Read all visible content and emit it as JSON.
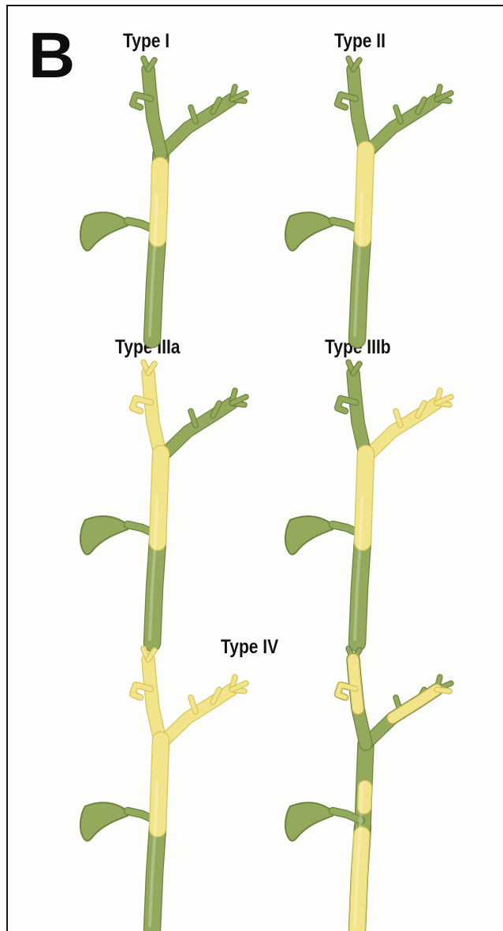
{
  "figure": {
    "panel_letter": "B",
    "colors": {
      "duct": "#93a95c",
      "duct_edge": "#6d833e",
      "duct_highlight": "#b6c98a",
      "tumor": "#f2e48a",
      "tumor_edge": "#d7c35a",
      "background": "#fdfdfb"
    }
  },
  "diagrams": [
    {
      "label": "Type I",
      "involvement": "common-hepatic-duct-below-confluence"
    },
    {
      "label": "Type II",
      "involvement": "confluence"
    },
    {
      "label": "Type IIIa",
      "involvement": "confluence-and-right-hepatic-duct"
    },
    {
      "label": "Type IIIb",
      "involvement": "confluence-and-left-hepatic-duct"
    },
    {
      "label": "Type IV",
      "involvement": "confluence-and-both-hepatic-ducts"
    },
    {
      "label": "",
      "involvement": "multifocal"
    }
  ]
}
